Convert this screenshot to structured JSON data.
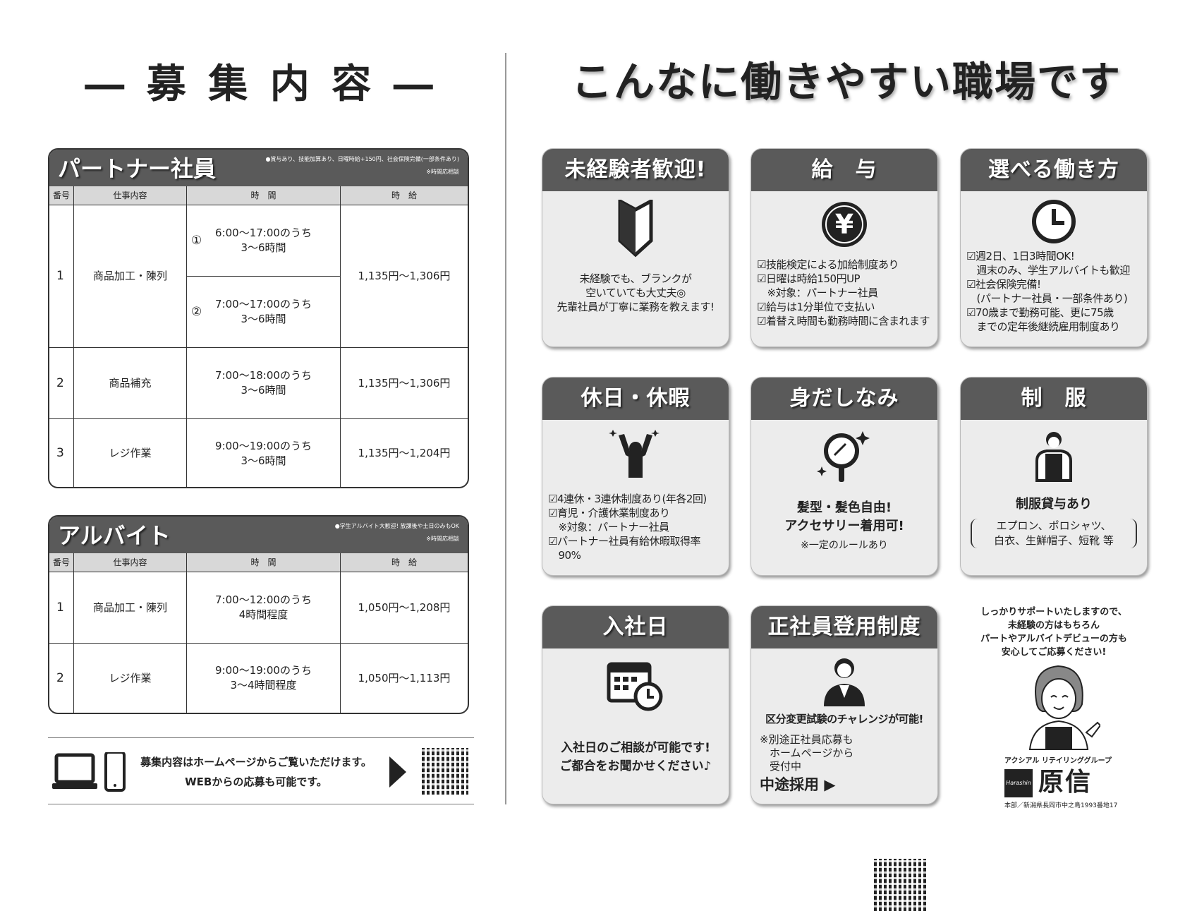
{
  "left_title": "― 募 集 内 容 ―",
  "right_title": "こんなに働きやすい職場です",
  "partner": {
    "title": "パートナー社員",
    "note1": "●賞与あり、技能加算あり、日曜時給+150円、社会保険完備(一部条件あり)",
    "note2": "※時間応相談",
    "headers": [
      "番号",
      "仕事内容",
      "時　間",
      "時　給"
    ],
    "rows": [
      {
        "no": "1",
        "job": "商品加工・陳列",
        "times": [
          {
            "mark": "①",
            "text": "6:00〜17:00のうち\n3〜6時間"
          },
          {
            "mark": "②",
            "text": "7:00〜17:00のうち\n3〜6時間"
          }
        ],
        "wage": "1,135円〜1,306円"
      },
      {
        "no": "2",
        "job": "商品補充",
        "time": "7:00〜18:00のうち\n3〜6時間",
        "wage": "1,135円〜1,306円"
      },
      {
        "no": "3",
        "job": "レジ作業",
        "time": "9:00〜19:00のうち\n3〜6時間",
        "wage": "1,135円〜1,204円"
      }
    ]
  },
  "arbeit": {
    "title": "アルバイト",
    "note1": "●学生アルバイト大歓迎! 放課後や土日のみもOK",
    "note2": "※時間応相談",
    "headers": [
      "番号",
      "仕事内容",
      "時　間",
      "時　給"
    ],
    "rows": [
      {
        "no": "1",
        "job": "商品加工・陳列",
        "time": "7:00〜12:00のうち\n4時間程度",
        "wage": "1,050円〜1,208円"
      },
      {
        "no": "2",
        "job": "レジ作業",
        "time": "9:00〜19:00のうち\n3〜4時間程度",
        "wage": "1,050円〜1,113円"
      }
    ]
  },
  "web": {
    "line1": "募集内容はホームページからご覧いただけます。",
    "line2": "WEBからの応募も可能です。"
  },
  "cards": [
    {
      "title": "未経験者歓迎!",
      "icon": "beginner-mark-icon",
      "lines": [
        "未経験でも、ブランクが",
        "空いていても大丈夫◎",
        "先輩社員が丁寧に業務を教えます!"
      ]
    },
    {
      "title": "給　与",
      "icon": "yen-icon",
      "lines": [
        "☑技能検定による加給制度あり",
        "☑日曜は時給150円UP",
        "　※対象：パートナー社員",
        "☑給与は1分単位で支払い",
        "☑着替え時間も勤務時間に含まれます"
      ]
    },
    {
      "title": "選べる働き方",
      "icon": "clock-icon",
      "lines": [
        "☑週2日、1日3時間OK!",
        "　週末のみ、学生アルバイトも歓迎",
        "☑社会保険完備!",
        "　(パートナー社員・一部条件あり)",
        "☑70歳まで勤務可能、更に75歳",
        "　までの定年後継続雇用制度あり"
      ]
    },
    {
      "title": "休日・休暇",
      "icon": "celebrating-person-icon",
      "lines": [
        "☑4連休・3連休制度あり(年各2回)",
        "☑育児・介護休業制度あり",
        "　※対象：パートナー社員",
        "☑パートナー社員有給休暇取得率",
        "　90%"
      ]
    },
    {
      "title": "身だしなみ",
      "icon": "hand-mirror-icon",
      "lines": [
        "髪型・髪色自由!",
        "アクセサリー着用可!"
      ],
      "note": "※一定のルールあり"
    },
    {
      "title": "制　服",
      "icon": "uniform-person-icon",
      "lines": [
        "制服貸与あり"
      ],
      "sub": [
        "エプロン、ポロシャツ、",
        "白衣、生鮮帽子、短靴 等"
      ]
    },
    {
      "title": "入社日",
      "icon": "calendar-clock-icon",
      "lines": [
        "入社日のご相談が可能です!",
        "ご都合をお聞かせください♪"
      ]
    },
    {
      "title": "正社員登用制度",
      "icon": "businessman-icon",
      "lines": [
        "区分変更試験のチャレンジが可能!"
      ],
      "note_lines": [
        "※別途正社員応募も",
        "ホームページから",
        "受付中"
      ],
      "cta": "中途採用"
    }
  ],
  "support": [
    "しっかりサポートいたしますので、",
    "未経験の方はもちろん",
    "パートやアルバイトデビューの方も",
    "安心してご応募ください!"
  ],
  "company": {
    "group": "アクシアル リテイリンググループ",
    "logo_text": "Harashin",
    "name": "原信",
    "address": "本部／新潟県長岡市中之島1993番地17"
  }
}
